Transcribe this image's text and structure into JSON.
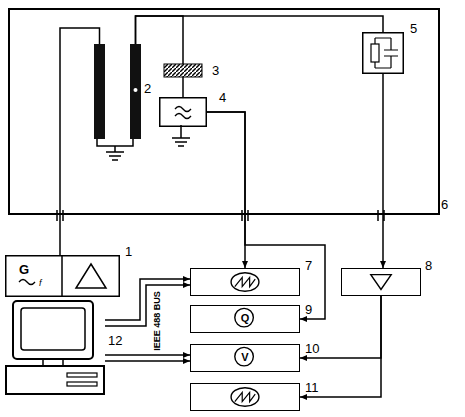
{
  "diagram": {
    "nodes": [
      {
        "text": [
          "6"
        ]
      },
      {
        "text": [
          "2"
        ],
        "in": 0
      },
      {
        "text": [
          "3"
        ],
        "in": 0
      },
      {
        "text": [
          "4"
        ],
        "in": 0
      },
      {
        "text": [
          "5"
        ],
        "in": 0
      },
      {
        "text": [
          "G",
          "f",
          "1"
        ]
      },
      {
        "text": [
          "7"
        ]
      },
      {
        "text": [
          "8"
        ]
      },
      {
        "text": [
          "Q",
          "9"
        ]
      },
      {
        "text": [
          "V",
          "10"
        ]
      },
      {
        "text": [
          "11"
        ]
      },
      {
        "text": [
          "12"
        ]
      }
    ],
    "edges": [
      {
        "from": 5,
        "to": 1,
        "arrow": "none"
      },
      {
        "from": 1,
        "to": 4,
        "arrow": "none"
      },
      {
        "from": 1,
        "to": 2,
        "arrow": "none"
      },
      {
        "from": 2,
        "to": 3,
        "arrow": "none"
      },
      {
        "from": 3,
        "to": 6,
        "arrow": "to"
      },
      {
        "from": 3,
        "to": 8,
        "arrow": "to"
      },
      {
        "from": 4,
        "to": 7,
        "arrow": "to"
      },
      {
        "from": 7,
        "to": 9,
        "arrow": "to"
      },
      {
        "from": 7,
        "to": 10,
        "arrow": "to"
      },
      {
        "from": 11,
        "to": 6,
        "arrow": "to"
      },
      {
        "from": 11,
        "to": 9,
        "arrow": "to"
      }
    ],
    "labels": [
      "IEEE 488 BUS"
    ]
  }
}
